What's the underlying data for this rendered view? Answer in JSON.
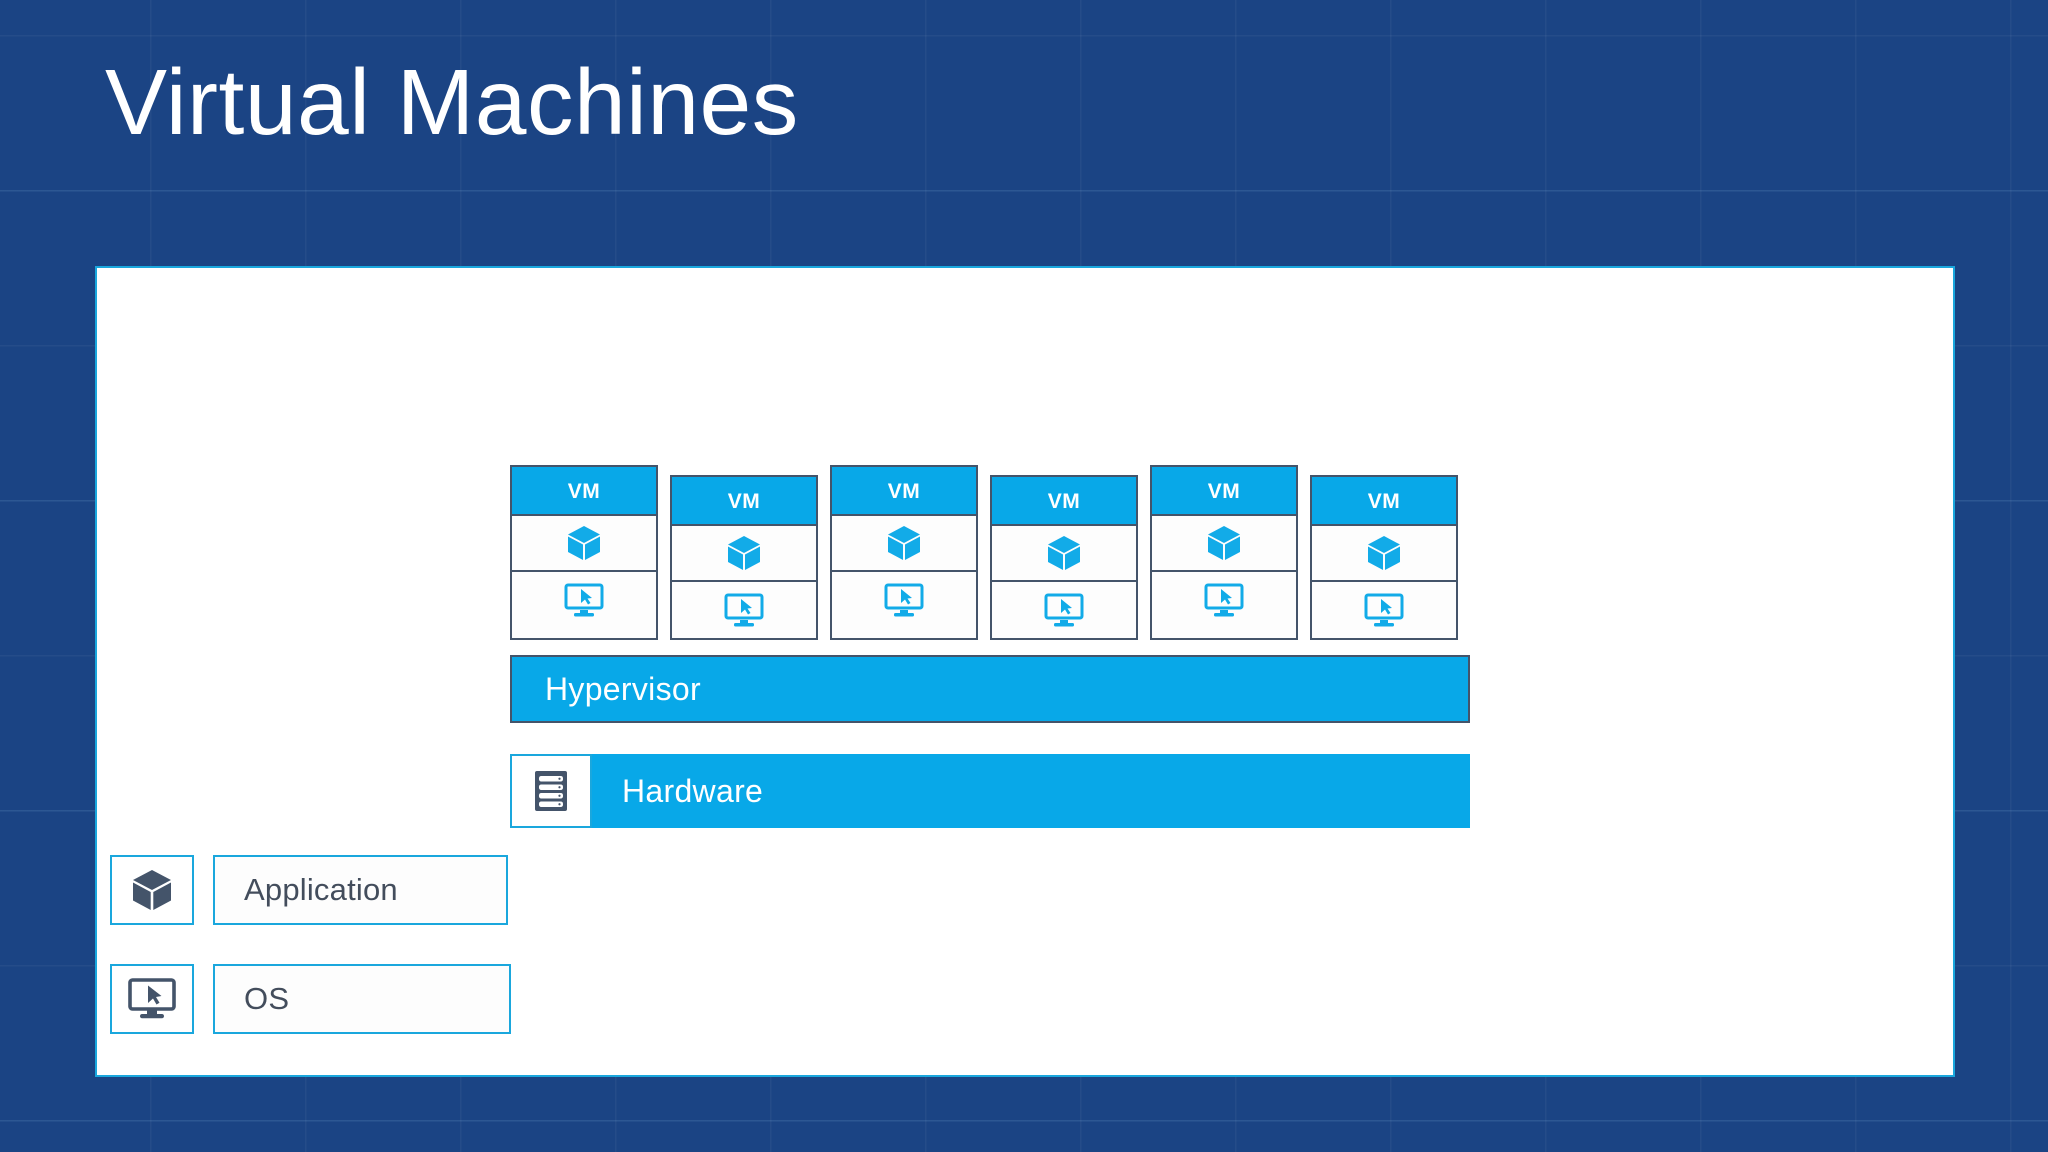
{
  "slide": {
    "title": "Virtual Machines",
    "background_color": "#1b4484",
    "panel_border_color": "#1aa7dd",
    "accent_blue": "#08a8e8",
    "dark_slate": "#44546a"
  },
  "diagram": {
    "vms": [
      {
        "label": "VM",
        "app_icon": "cube-icon",
        "os_icon": "monitor-cursor-icon"
      },
      {
        "label": "VM",
        "app_icon": "cube-icon",
        "os_icon": "monitor-cursor-icon"
      },
      {
        "label": "VM",
        "app_icon": "cube-icon",
        "os_icon": "monitor-cursor-icon"
      },
      {
        "label": "VM",
        "app_icon": "cube-icon",
        "os_icon": "monitor-cursor-icon"
      },
      {
        "label": "VM",
        "app_icon": "cube-icon",
        "os_icon": "monitor-cursor-icon"
      },
      {
        "label": "VM",
        "app_icon": "cube-icon",
        "os_icon": "monitor-cursor-icon"
      }
    ],
    "hypervisor": {
      "label": "Hypervisor"
    },
    "hardware": {
      "label": "Hardware",
      "icon": "server-rack-icon"
    }
  },
  "legend": {
    "items": [
      {
        "label": "Application",
        "icon": "cube-icon"
      },
      {
        "label": "OS",
        "icon": "monitor-cursor-icon"
      }
    ]
  }
}
